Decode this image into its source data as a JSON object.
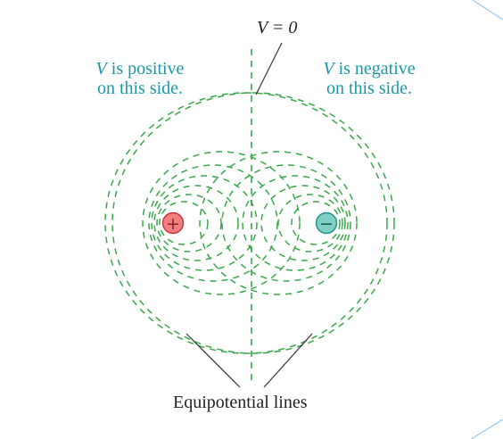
{
  "labels": {
    "v_zero": "V = 0",
    "positive_var": "V",
    "positive_rest": " is positive",
    "positive_line2": "on this side.",
    "negative_var": "V",
    "negative_rest": " is negative",
    "negative_line2": "on this side.",
    "equipotential": "Equipotential lines"
  },
  "charges": {
    "positive_symbol": "+",
    "negative_symbol": "−"
  },
  "colors": {
    "equipotential_line": "#3aa84a",
    "label_text": "#1a98a8",
    "positive_fill": "#f08080",
    "positive_stroke": "#c8323c",
    "negative_fill": "#7fcfc3",
    "negative_stroke": "#1f8f84",
    "pointer_line": "#333333"
  }
}
